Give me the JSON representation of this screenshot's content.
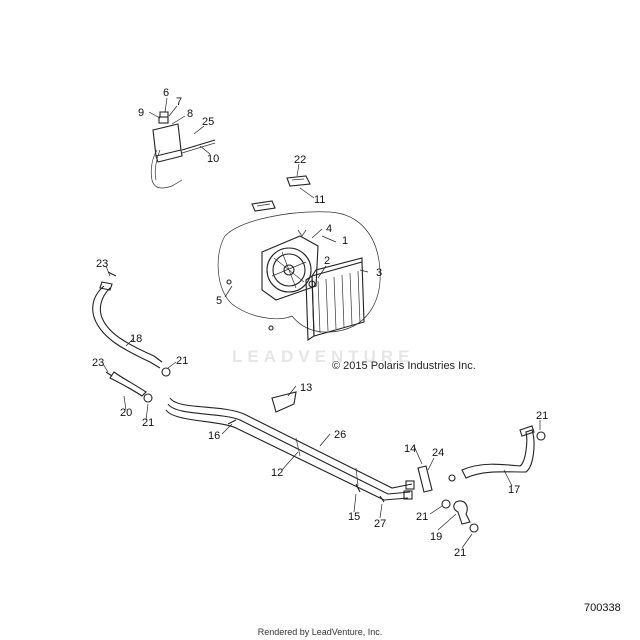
{
  "watermark": "LEADVENTURE",
  "copyright": "© 2015 Polaris Industries Inc.",
  "diagram_id": "700338",
  "footer": "Rendered by LeadVenture, Inc.",
  "callouts": [
    "1",
    "2",
    "3",
    "4",
    "5",
    "6",
    "7",
    "8",
    "9",
    "10",
    "11",
    "12",
    "13",
    "14",
    "15",
    "16",
    "17",
    "18",
    "19",
    "20",
    "21",
    "21",
    "21",
    "21",
    "21",
    "22",
    "23",
    "23",
    "24",
    "25",
    "26",
    "27"
  ]
}
